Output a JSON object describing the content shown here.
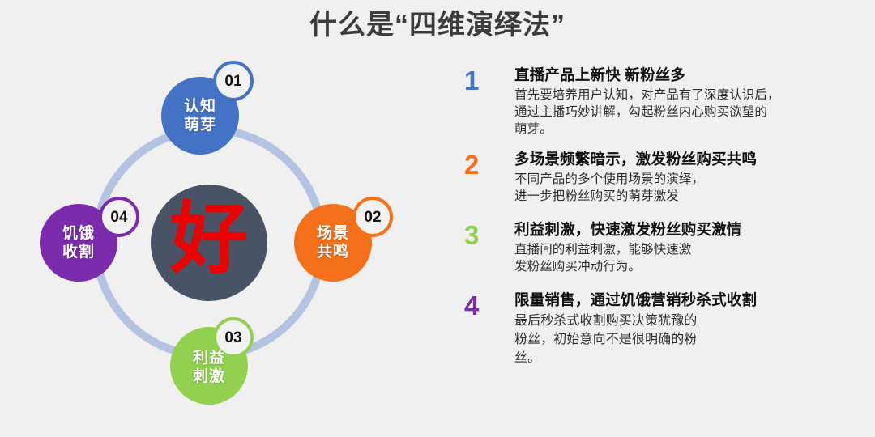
{
  "title": "什么是“四维演绎法”",
  "colors": {
    "background": "#f0f0f0",
    "title": "#3c3c3c",
    "ring": "#b5c3e2",
    "center_circle": "#485466",
    "center_char": "#ee0000",
    "node1": "#4472c4",
    "node2": "#f5701a",
    "node3": "#92d050",
    "node4": "#7b2bab",
    "badge_fill": "#f2f2f2",
    "badge_text": "#111111"
  },
  "diagram": {
    "center_char": "好",
    "nodes": [
      {
        "id": "node-01",
        "badge": "01",
        "line1": "认知",
        "line2": "萌芽",
        "color": "#4472c4"
      },
      {
        "id": "node-02",
        "badge": "02",
        "line1": "场景",
        "line2": "共鸣",
        "color": "#f5701a"
      },
      {
        "id": "node-03",
        "badge": "03",
        "line1": "利益",
        "line2": "刺激",
        "color": "#92d050"
      },
      {
        "id": "node-04",
        "badge": "04",
        "line1": "饥饿",
        "line2": "收割",
        "color": "#7b2bab"
      }
    ]
  },
  "steps": [
    {
      "number": "1",
      "color": "#4472c4",
      "heading": "直播产品上新快 新粉丝多",
      "body": "首先要培养用户认知，对产品有了深度认识后，\n通过主播巧妙讲解，勾起粉丝内心购买欲望的\n萌芽。",
      "serif": false
    },
    {
      "number": "2",
      "color": "#f5701a",
      "heading": "多场景频繁暗示，激发粉丝购买共鸣",
      "body": "不同产品的多个使用场景的演绎，\n进一步把粉丝购买的萌芽激发",
      "serif": false
    },
    {
      "number": "3",
      "color": "#92d050",
      "heading": "利益刺激，快速激发粉丝购买激情",
      "body": "直播间的利益刺激，能够快速激\n发粉丝购买冲动行为。",
      "serif": false
    },
    {
      "number": "4",
      "color": "#7b2bab",
      "heading": "限量销售，通过饥饿营销秒杀式收割",
      "body": "最后秒杀式收割购买决策犹豫的\n粉丝，初始意向不是很明确的粉\n丝。",
      "serif": true
    }
  ]
}
